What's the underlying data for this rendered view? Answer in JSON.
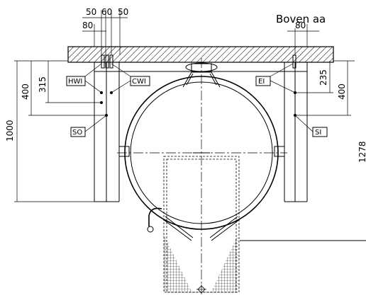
{
  "header": {
    "view_label": "Boven aa"
  },
  "dimensions": {
    "top_50_left": "50",
    "top_60": "60",
    "top_50_right": "50",
    "top_80_left": "80",
    "top_80_right": "80",
    "left_1000": "1000",
    "left_400": "400",
    "left_315": "315",
    "right_235": "235",
    "right_400": "400",
    "right_1278": "1278"
  },
  "labels": {
    "hwi": "HWI",
    "cwi": "CWI",
    "so": "SO",
    "ei": "EI",
    "si": "SI"
  }
}
